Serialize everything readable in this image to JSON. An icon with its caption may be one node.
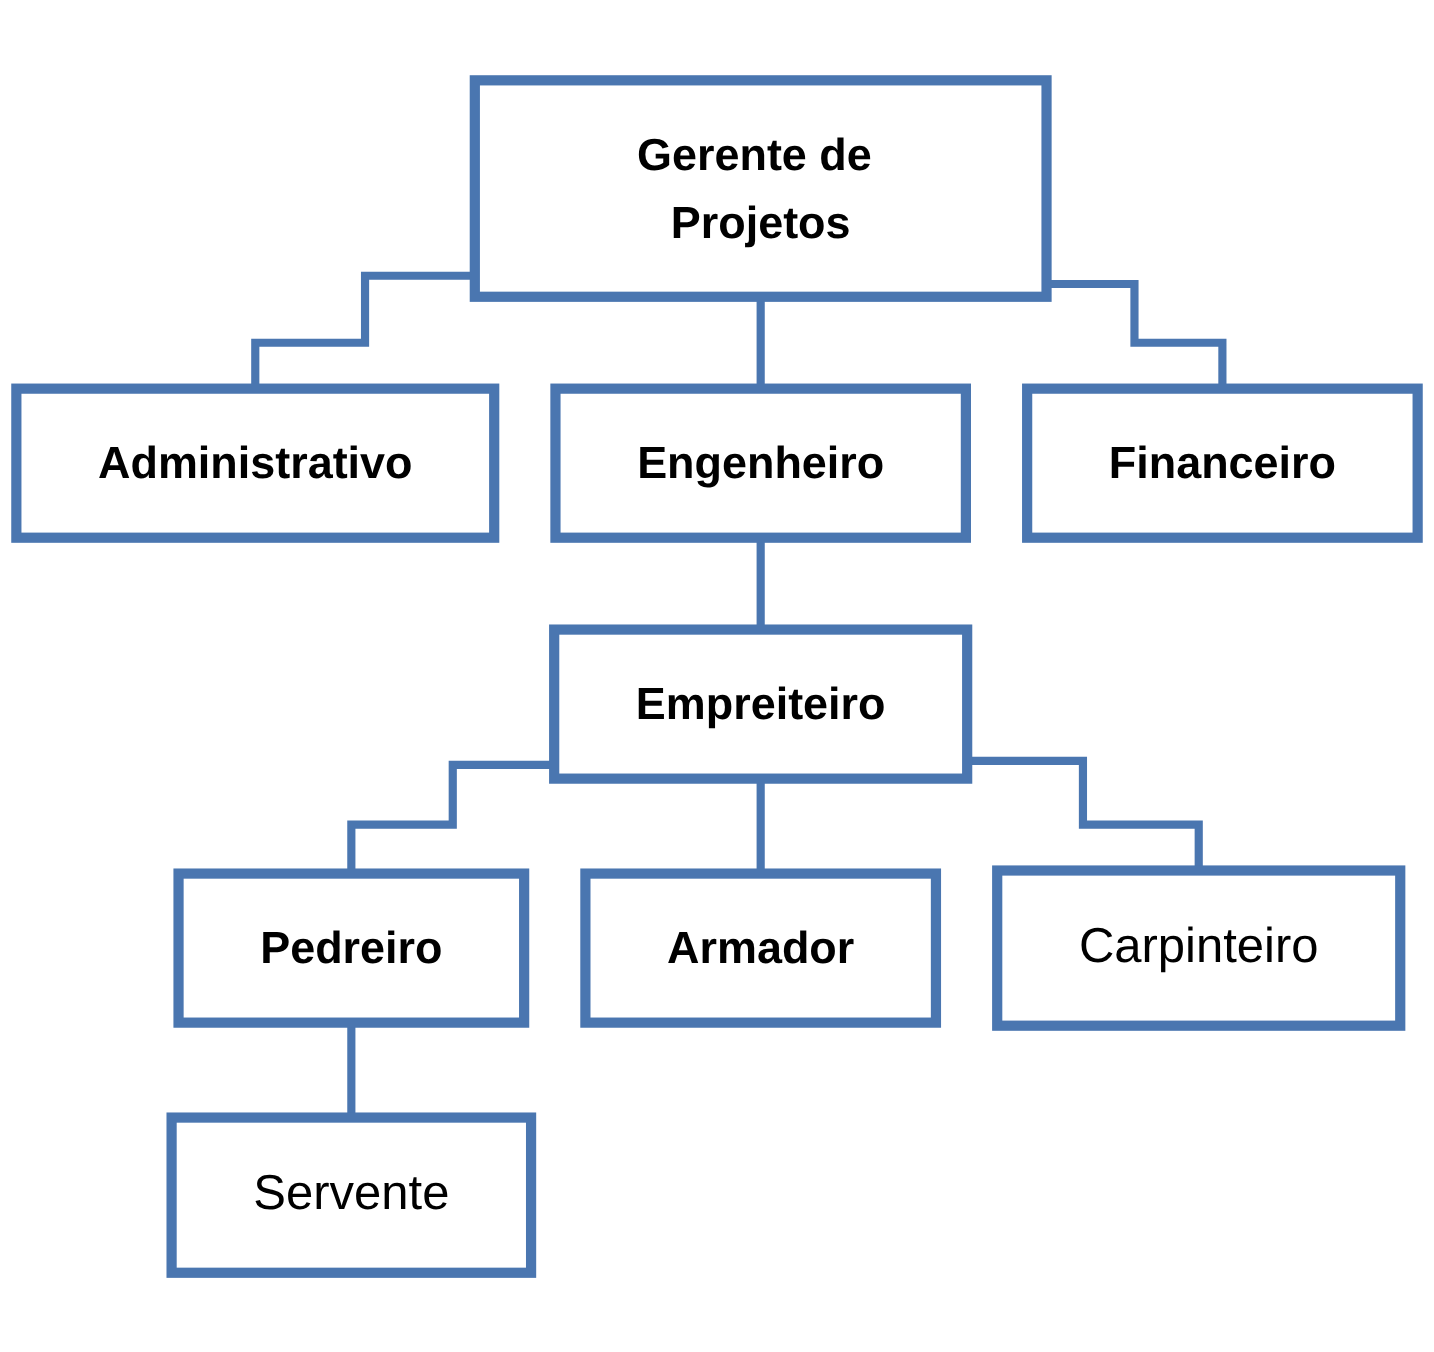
{
  "diagram": {
    "nodes": [
      {
        "text": [
          "Gerente de Projetos"
        ]
      },
      {
        "text": [
          "Administrativo"
        ]
      },
      {
        "text": [
          "Engenheiro"
        ]
      },
      {
        "text": [
          "Financeiro"
        ]
      },
      {
        "text": [
          "Empreiteiro"
        ]
      },
      {
        "text": [
          "Pedreiro"
        ]
      },
      {
        "text": [
          "Armador"
        ]
      },
      {
        "text": [
          "Carpinteiro"
        ]
      },
      {
        "text": [
          "Servente"
        ]
      }
    ],
    "edges": [
      {
        "from": 0,
        "to": 1,
        "arrow": "none"
      },
      {
        "from": 0,
        "to": 2,
        "arrow": "none"
      },
      {
        "from": 0,
        "to": 3,
        "arrow": "none"
      },
      {
        "from": 2,
        "to": 4,
        "arrow": "none"
      },
      {
        "from": 4,
        "to": 5,
        "arrow": "none"
      },
      {
        "from": 4,
        "to": 6,
        "arrow": "none"
      },
      {
        "from": 4,
        "to": 7,
        "arrow": "none"
      },
      {
        "from": 5,
        "to": 8,
        "arrow": "none"
      }
    ]
  }
}
